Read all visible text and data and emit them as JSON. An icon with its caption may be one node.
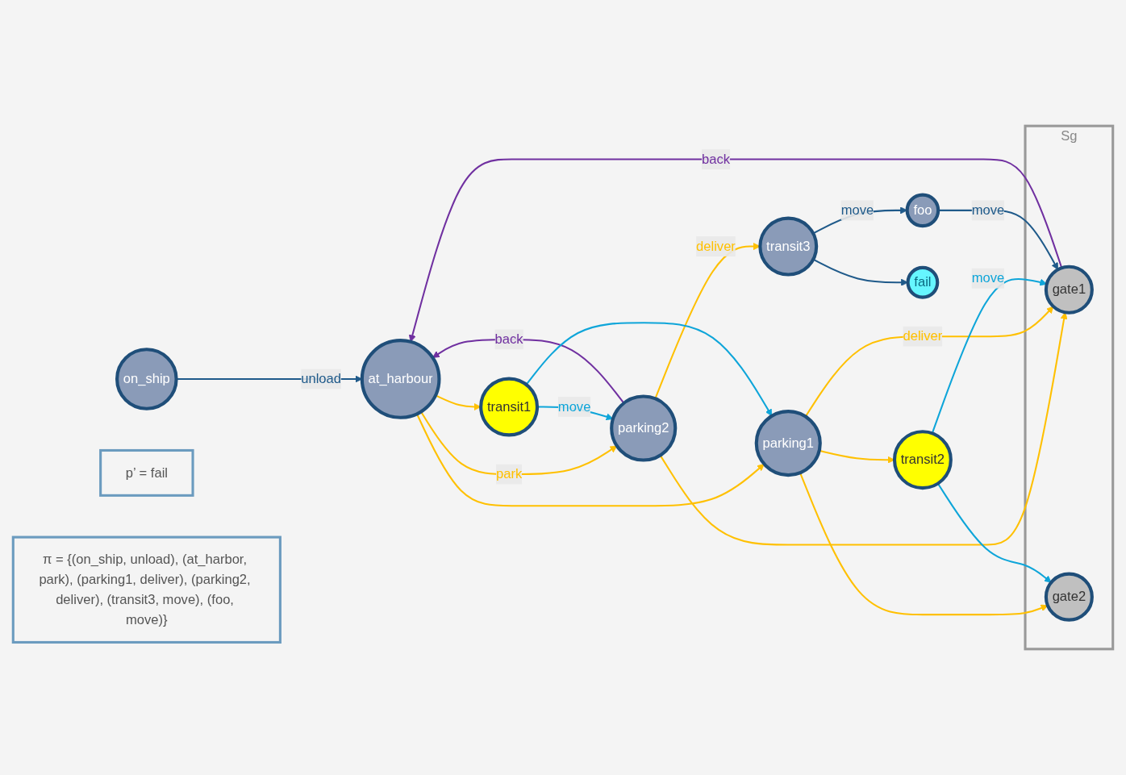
{
  "diagram": {
    "nodes": [
      {
        "text": [
          "p’ = fail"
        ]
      },
      {
        "text": [
          "π = {(on_ship, unload), (at_harbor, park), (parking1, deliver), (parking2, deliver), (transit3, move), (foo, move)}"
        ]
      },
      {
        "text": [
          "transit3"
        ]
      },
      {
        "text": [
          "fail"
        ]
      },
      {
        "text": [
          "foo"
        ]
      },
      {
        "text": [
          "parking2"
        ]
      },
      {
        "text": [
          "Sg"
        ]
      },
      {
        "text": [
          "gate1"
        ],
        "in": 6
      },
      {
        "text": [
          "on_ship"
        ]
      },
      {
        "text": [
          "at_harbour"
        ]
      },
      {
        "text": [
          "parking1"
        ]
      },
      {
        "text": [
          "gate2"
        ],
        "in": 6
      },
      {
        "text": [
          "transit1"
        ]
      },
      {
        "text": [
          "transit2"
        ]
      }
    ],
    "edges": [
      {
        "from": 8,
        "to": 9,
        "arrow": "to",
        "label": "unload",
        "color": "#1f5a8a"
      },
      {
        "from": 5,
        "to": 9,
        "arrow": "to",
        "label": "back",
        "color": "#7030a0"
      },
      {
        "from": 7,
        "to": 9,
        "arrow": "to",
        "label": "back",
        "color": "#7030a0"
      },
      {
        "from": 9,
        "to": 5,
        "arrow": "to",
        "label": "park"
      },
      {
        "from": 9,
        "to": 10,
        "arrow": "to"
      },
      {
        "from": 9,
        "to": 12,
        "arrow": "to"
      },
      {
        "from": 5,
        "to": 2,
        "arrow": "to",
        "label": "deliver"
      },
      {
        "from": 5,
        "to": 7,
        "arrow": "to"
      },
      {
        "from": 10,
        "to": 7,
        "arrow": "to",
        "label": "deliver"
      },
      {
        "from": 10,
        "to": 11,
        "arrow": "to"
      },
      {
        "from": 10,
        "to": 13,
        "arrow": "to"
      },
      {
        "from": 12,
        "to": 5,
        "arrow": "to",
        "label": "move",
        "color": "#0ea5d9"
      },
      {
        "from": 12,
        "to": 10,
        "arrow": "to",
        "color": "#0ea5d9"
      },
      {
        "from": 13,
        "to": 7,
        "arrow": "to",
        "label": "move",
        "color": "#0ea5d9"
      },
      {
        "from": 13,
        "to": 11,
        "arrow": "to",
        "color": "#0ea5d9"
      },
      {
        "from": 2,
        "to": 4,
        "arrow": "to",
        "label": "move",
        "color": "#1f5a8a"
      },
      {
        "from": 2,
        "to": 3,
        "arrow": "to",
        "color": "#1f5a8a"
      },
      {
        "from": 4,
        "to": 7,
        "arrow": "to",
        "label": "move",
        "color": "#1f5a8a"
      }
    ]
  }
}
